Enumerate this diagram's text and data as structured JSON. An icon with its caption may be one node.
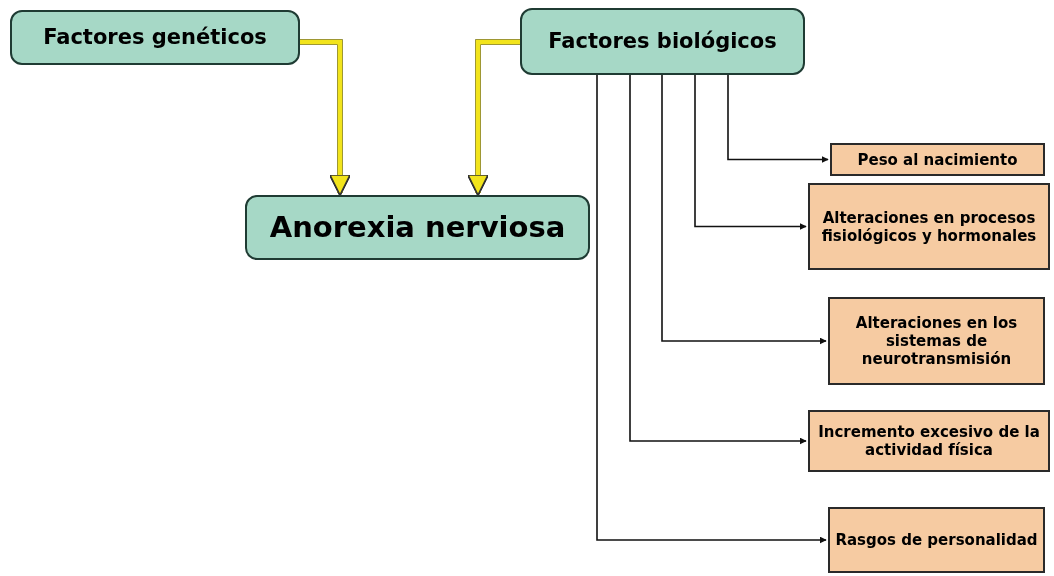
{
  "diagram": {
    "nodes": [
      {
        "text": [
          "Factores genéticos"
        ]
      },
      {
        "text": [
          "Factores biológicos"
        ]
      },
      {
        "text": [
          "Anorexia nerviosa"
        ]
      },
      {
        "text": [
          "Peso al nacimiento"
        ]
      },
      {
        "text": [
          "Alteraciones en procesos fisiológicos y hormonales"
        ]
      },
      {
        "text": [
          "Alteraciones en los sistemas de neurotransmisión"
        ]
      },
      {
        "text": [
          "Incremento excesivo de la actividad física"
        ]
      },
      {
        "text": [
          "Rasgos de personalidad"
        ]
      }
    ],
    "edges": [
      {
        "from": 0,
        "to": 2,
        "arrow": "to",
        "style": "thick",
        "color": "#f2e41c"
      },
      {
        "from": 1,
        "to": 2,
        "arrow": "to",
        "style": "thick",
        "color": "#f2e41c"
      },
      {
        "from": 1,
        "to": 3,
        "arrow": "to"
      },
      {
        "from": 1,
        "to": 4,
        "arrow": "to"
      },
      {
        "from": 1,
        "to": 5,
        "arrow": "to"
      },
      {
        "from": 1,
        "to": 6,
        "arrow": "to"
      },
      {
        "from": 1,
        "to": 7,
        "arrow": "to"
      }
    ]
  }
}
